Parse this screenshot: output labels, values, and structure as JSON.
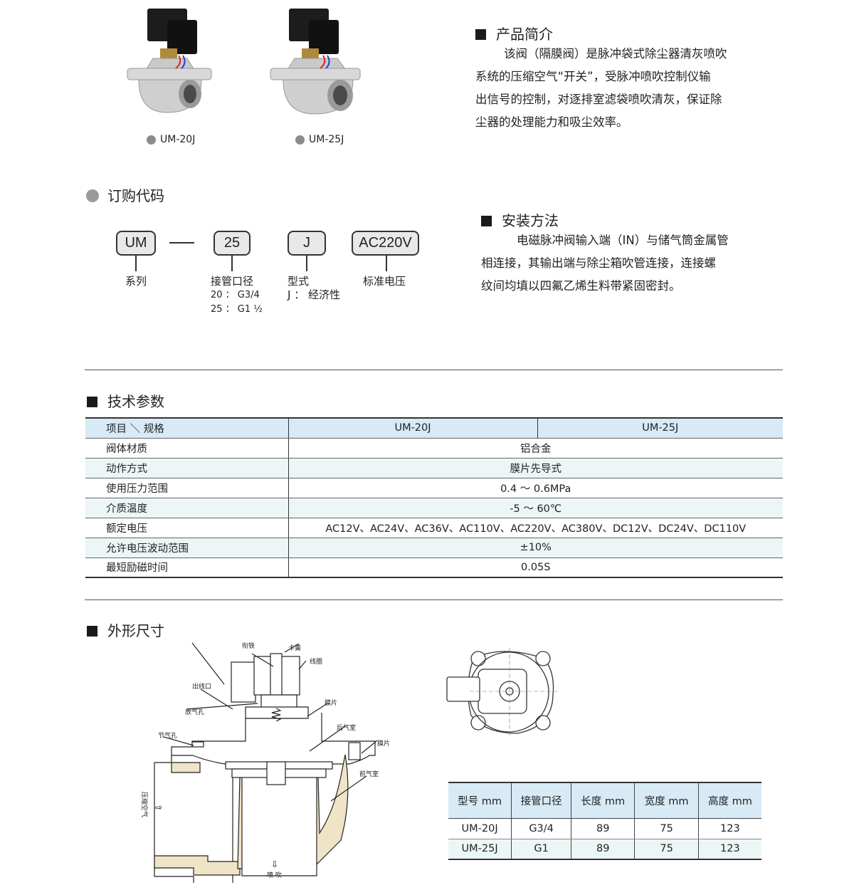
{
  "products": [
    {
      "model": "UM-20J"
    },
    {
      "model": "UM-25J"
    }
  ],
  "intro": {
    "title": "产品简介",
    "lines": [
      "该阀（隔膜阀）是脉冲袋式除尘器清灰喷吹",
      "系统的压缩空气“开关”，受脉冲喷吹控制仪输",
      "出信号的控制，对逐排室滤袋喷吹清灰，保证除",
      "尘器的处理能力和吸尘效率。"
    ]
  },
  "order": {
    "title": "订购代码",
    "codes": [
      "UM",
      "—",
      "25",
      "J",
      "AC220V"
    ],
    "series_label": "系列",
    "port_label": "接管口径",
    "port_opts": [
      "20 ： G3/4",
      "25 ： G1 ½"
    ],
    "type_label": "型式",
    "type_opts": [
      "J ： 经济性"
    ],
    "voltage_label": "标准电压"
  },
  "install": {
    "title": "安装方法",
    "lines": [
      "电磁脉冲阀输入端（IN）与储气筒金属管",
      "相连接，其输出端与除尘箱吹管连接，连接螺",
      "纹间均填以四氟乙烯生料带紧固密封。"
    ]
  },
  "tech": {
    "title": "技术参数",
    "header": [
      "项目 ＼ 规格",
      "UM-20J",
      "UM-25J"
    ],
    "rows": [
      [
        "阀体材质",
        "铝合金"
      ],
      [
        "动作方式",
        "膜片先导式"
      ],
      [
        "使用压力范围",
        "0.4 ～ 0.6MPa"
      ],
      [
        "介质温度",
        "-5 ～ 60℃"
      ],
      [
        "额定电压",
        "AC12V、AC24V、AC36V、AC110V、AC220V、AC380V、DC12V、DC24V、DC110V"
      ],
      [
        "允许电压波动范围",
        "±10%"
      ],
      [
        "最短励磁时间",
        "0.05S"
      ]
    ]
  },
  "dims": {
    "title": "外形尺寸",
    "diagram_labels": {
      "armature": "衔铁",
      "clip": "卡簧",
      "coil": "线圈",
      "outlet": "出线口",
      "vent": "放气孔",
      "diaphragm1": "膜片",
      "back": "后气室",
      "throttle": "节气孔",
      "diaphragm2": "膜片",
      "front": "前气室",
      "inlet": "压缩空气",
      "blow": "喷 吹"
    },
    "header": [
      "型号 mm",
      "接管口径",
      "长度 mm",
      "宽度 mm",
      "高度 mm"
    ],
    "rows": [
      [
        "UM-20J",
        "G3/4",
        "89",
        "75",
        "123"
      ],
      [
        "UM-25J",
        "G1",
        "89",
        "75",
        "123"
      ]
    ]
  }
}
